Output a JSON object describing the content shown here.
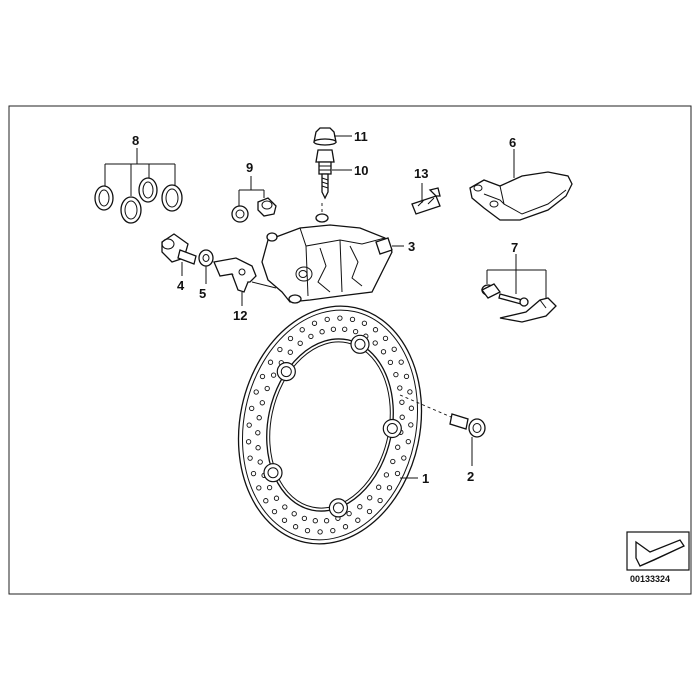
{
  "diagram": {
    "reference_number": "00133324",
    "callouts": [
      {
        "id": "c1",
        "label": "1"
      },
      {
        "id": "c2",
        "label": "2"
      },
      {
        "id": "c3",
        "label": "3"
      },
      {
        "id": "c4",
        "label": "4"
      },
      {
        "id": "c5",
        "label": "5"
      },
      {
        "id": "c6",
        "label": "6"
      },
      {
        "id": "c7",
        "label": "7"
      },
      {
        "id": "c8",
        "label": "8"
      },
      {
        "id": "c9",
        "label": "9"
      },
      {
        "id": "c10",
        "label": "10"
      },
      {
        "id": "c11",
        "label": "11"
      },
      {
        "id": "c12",
        "label": "12"
      },
      {
        "id": "c13",
        "label": "13"
      }
    ]
  },
  "colors": {
    "line": "#111111",
    "background": "#ffffff"
  }
}
